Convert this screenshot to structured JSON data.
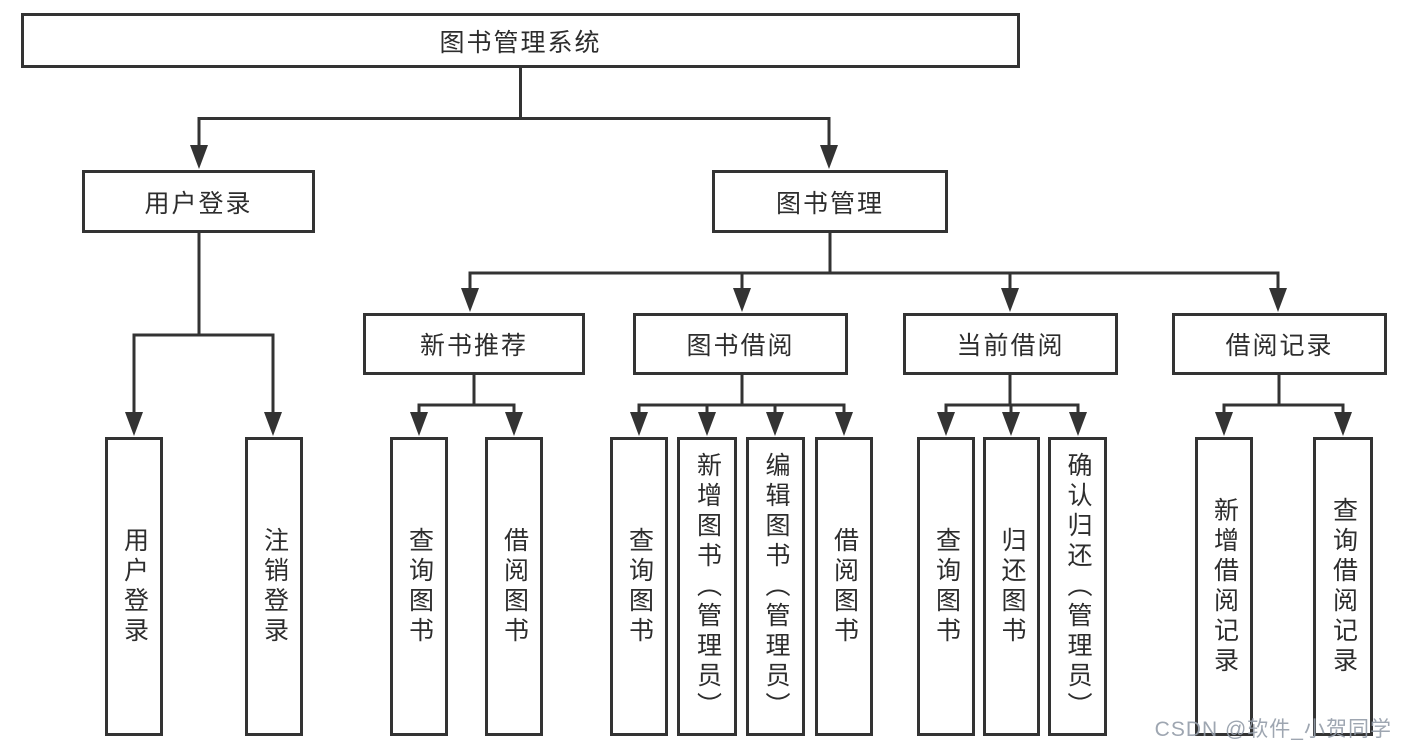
{
  "diagram": {
    "root": {
      "label": "图书管理系统"
    },
    "branches": [
      {
        "label": "用户登录",
        "children": [
          {
            "label": "用户登录"
          },
          {
            "label": "注销登录"
          }
        ]
      },
      {
        "label": "图书管理",
        "children": [
          {
            "label": "新书推荐",
            "children": [
              {
                "label": "查询图书"
              },
              {
                "label": "借阅图书"
              }
            ]
          },
          {
            "label": "图书借阅",
            "children": [
              {
                "label": "查询图书"
              },
              {
                "label": "新增图书（管理员）"
              },
              {
                "label": "编辑图书（管理员）"
              },
              {
                "label": "借阅图书"
              }
            ]
          },
          {
            "label": "当前借阅",
            "children": [
              {
                "label": "查询图书"
              },
              {
                "label": "归还图书"
              },
              {
                "label": "确认归还（管理员）"
              }
            ]
          },
          {
            "label": "借阅记录",
            "children": [
              {
                "label": "新增借阅记录"
              },
              {
                "label": "查询借阅记录"
              }
            ]
          }
        ]
      }
    ],
    "watermark": "CSDN @软件_小贺同学",
    "colors": {
      "line": "#333333",
      "box_border": "#333333",
      "text": "#2d2d2d",
      "background": "#ffffff",
      "watermark": "#949ca8"
    }
  }
}
